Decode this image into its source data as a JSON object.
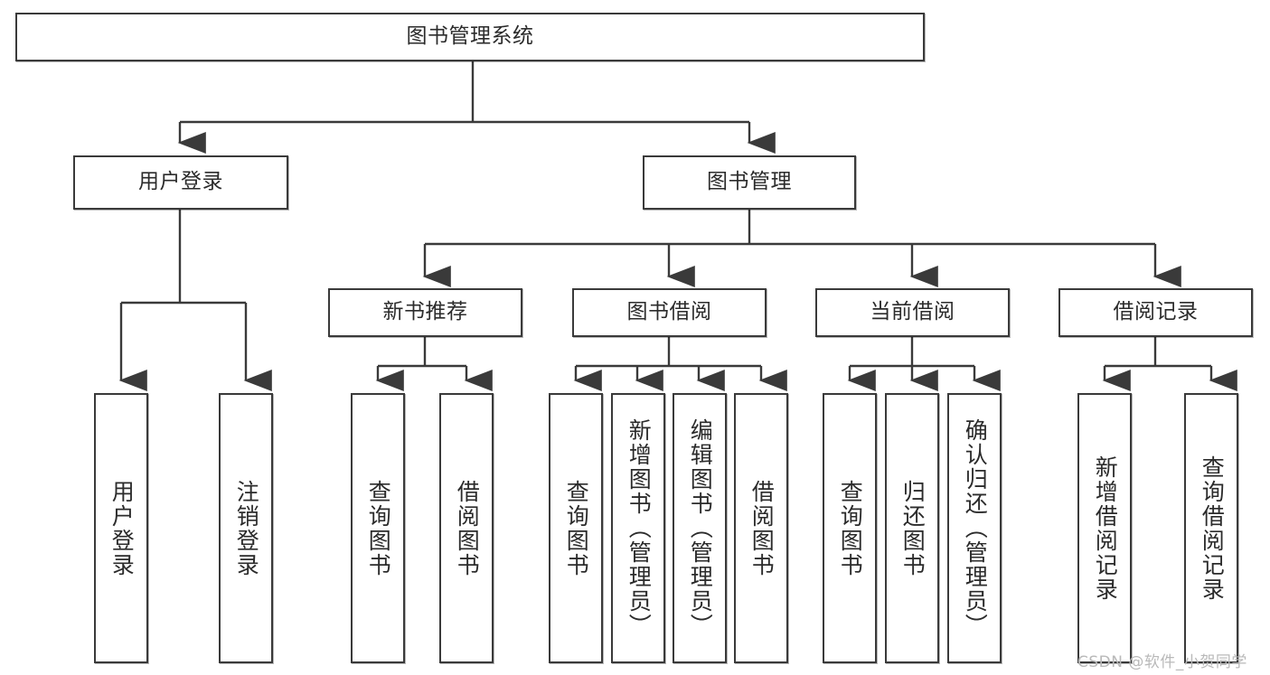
{
  "diagram": {
    "type": "tree",
    "title": "图书管理系统",
    "orientation": "top-down",
    "root": {
      "id": "root",
      "label": "图书管理系统"
    },
    "level1": [
      {
        "id": "user-login",
        "label": "用户登录"
      },
      {
        "id": "book-manage",
        "label": "图书管理"
      }
    ],
    "level2": [
      {
        "id": "new-book-recommend",
        "label": "新书推荐",
        "parent": "book-manage"
      },
      {
        "id": "book-borrow",
        "label": "图书借阅",
        "parent": "book-manage"
      },
      {
        "id": "current-borrow",
        "label": "当前借阅",
        "parent": "book-manage"
      },
      {
        "id": "borrow-record",
        "label": "借阅记录",
        "parent": "book-manage"
      }
    ],
    "leaves": [
      {
        "id": "leaf-user-login",
        "label": "用户登录",
        "parent": "user-login"
      },
      {
        "id": "leaf-logout",
        "label": "注销登录",
        "parent": "user-login"
      },
      {
        "id": "leaf-query-book-1",
        "label": "查询图书",
        "parent": "new-book-recommend"
      },
      {
        "id": "leaf-borrow-book-1",
        "label": "借阅图书",
        "parent": "new-book-recommend"
      },
      {
        "id": "leaf-query-book-2",
        "label": "查询图书",
        "parent": "book-borrow"
      },
      {
        "id": "leaf-add-book",
        "label": "新增图书（管理员）",
        "parent": "book-borrow"
      },
      {
        "id": "leaf-edit-book",
        "label": "编辑图书（管理员）",
        "parent": "book-borrow"
      },
      {
        "id": "leaf-borrow-book-2",
        "label": "借阅图书",
        "parent": "book-borrow"
      },
      {
        "id": "leaf-query-book-3",
        "label": "查询图书",
        "parent": "current-borrow"
      },
      {
        "id": "leaf-return-book",
        "label": "归还图书",
        "parent": "current-borrow"
      },
      {
        "id": "leaf-confirm-return",
        "label": "确认归还（管理员）",
        "parent": "current-borrow"
      },
      {
        "id": "leaf-add-record",
        "label": "新增借阅记录",
        "parent": "borrow-record"
      },
      {
        "id": "leaf-query-record",
        "label": "查询借阅记录",
        "parent": "borrow-record"
      }
    ],
    "colors": {
      "stroke": "#3a3a3a",
      "fill": "#ffffff",
      "text": "#2b2b2b",
      "watermark": "#b9b9b9"
    }
  },
  "watermark": {
    "text": "CSDN @软件_小贺同学"
  }
}
